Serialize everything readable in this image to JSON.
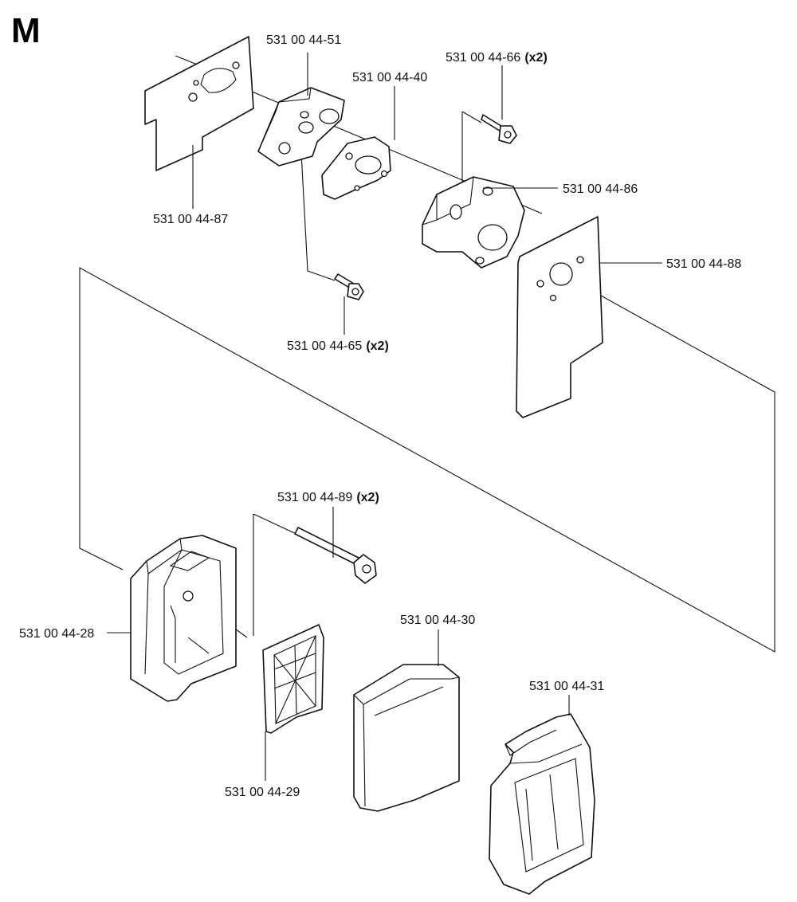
{
  "section_letter": "M",
  "parts": {
    "p8651": {
      "number": "531 00 44-51",
      "qty": ""
    },
    "p8640": {
      "number": "531 00 44-40",
      "qty": ""
    },
    "p8666": {
      "number": "531 00 44-66",
      "qty": "(x2)"
    },
    "p8686": {
      "number": "531 00 44-86",
      "qty": ""
    },
    "p8687": {
      "number": "531 00 44-87",
      "qty": ""
    },
    "p8688": {
      "number": "531 00 44-88",
      "qty": ""
    },
    "p8665": {
      "number": "531 00 44-65",
      "qty": "(x2)"
    },
    "p8689": {
      "number": "531 00 44-89",
      "qty": "(x2)"
    },
    "p8628": {
      "number": "531 00 44-28",
      "qty": ""
    },
    "p8630": {
      "number": "531 00 44-30",
      "qty": ""
    },
    "p8631": {
      "number": "531 00 44-31",
      "qty": ""
    },
    "p8629": {
      "number": "531 00 44-29",
      "qty": ""
    }
  }
}
